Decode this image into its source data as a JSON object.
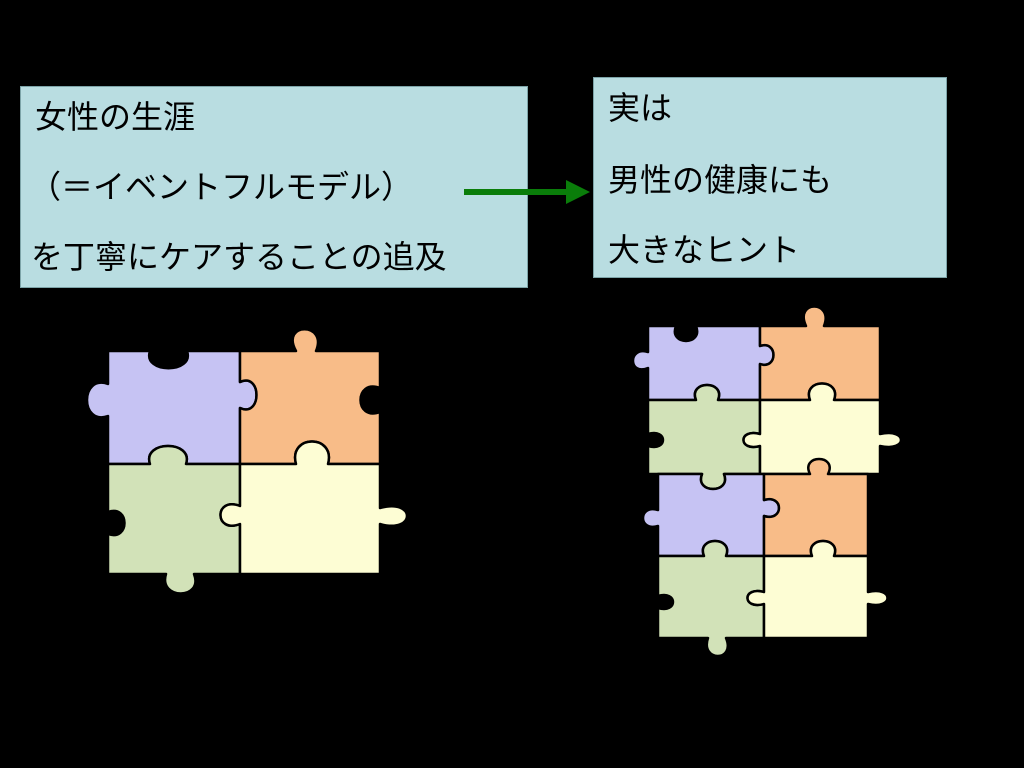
{
  "left_box": {
    "line1": "女性の生涯",
    "line2": "（＝イベントフルモデル）",
    "line3": "を丁寧にケアすることの追及"
  },
  "right_box": {
    "line1": "実は",
    "line2": "男性の健康にも",
    "line3": "大きなヒント"
  },
  "colors": {
    "background": "#000000",
    "textbox": "#b9dde1",
    "arrow": "#0a7d0a",
    "piece_purple": "#c6c3f3",
    "piece_orange": "#f8bc88",
    "piece_green": "#d2e2b8",
    "piece_yellow": "#fdfdd4"
  },
  "icons": {
    "arrow": "right-arrow-icon",
    "puzzle": "puzzle-piece-icon"
  }
}
